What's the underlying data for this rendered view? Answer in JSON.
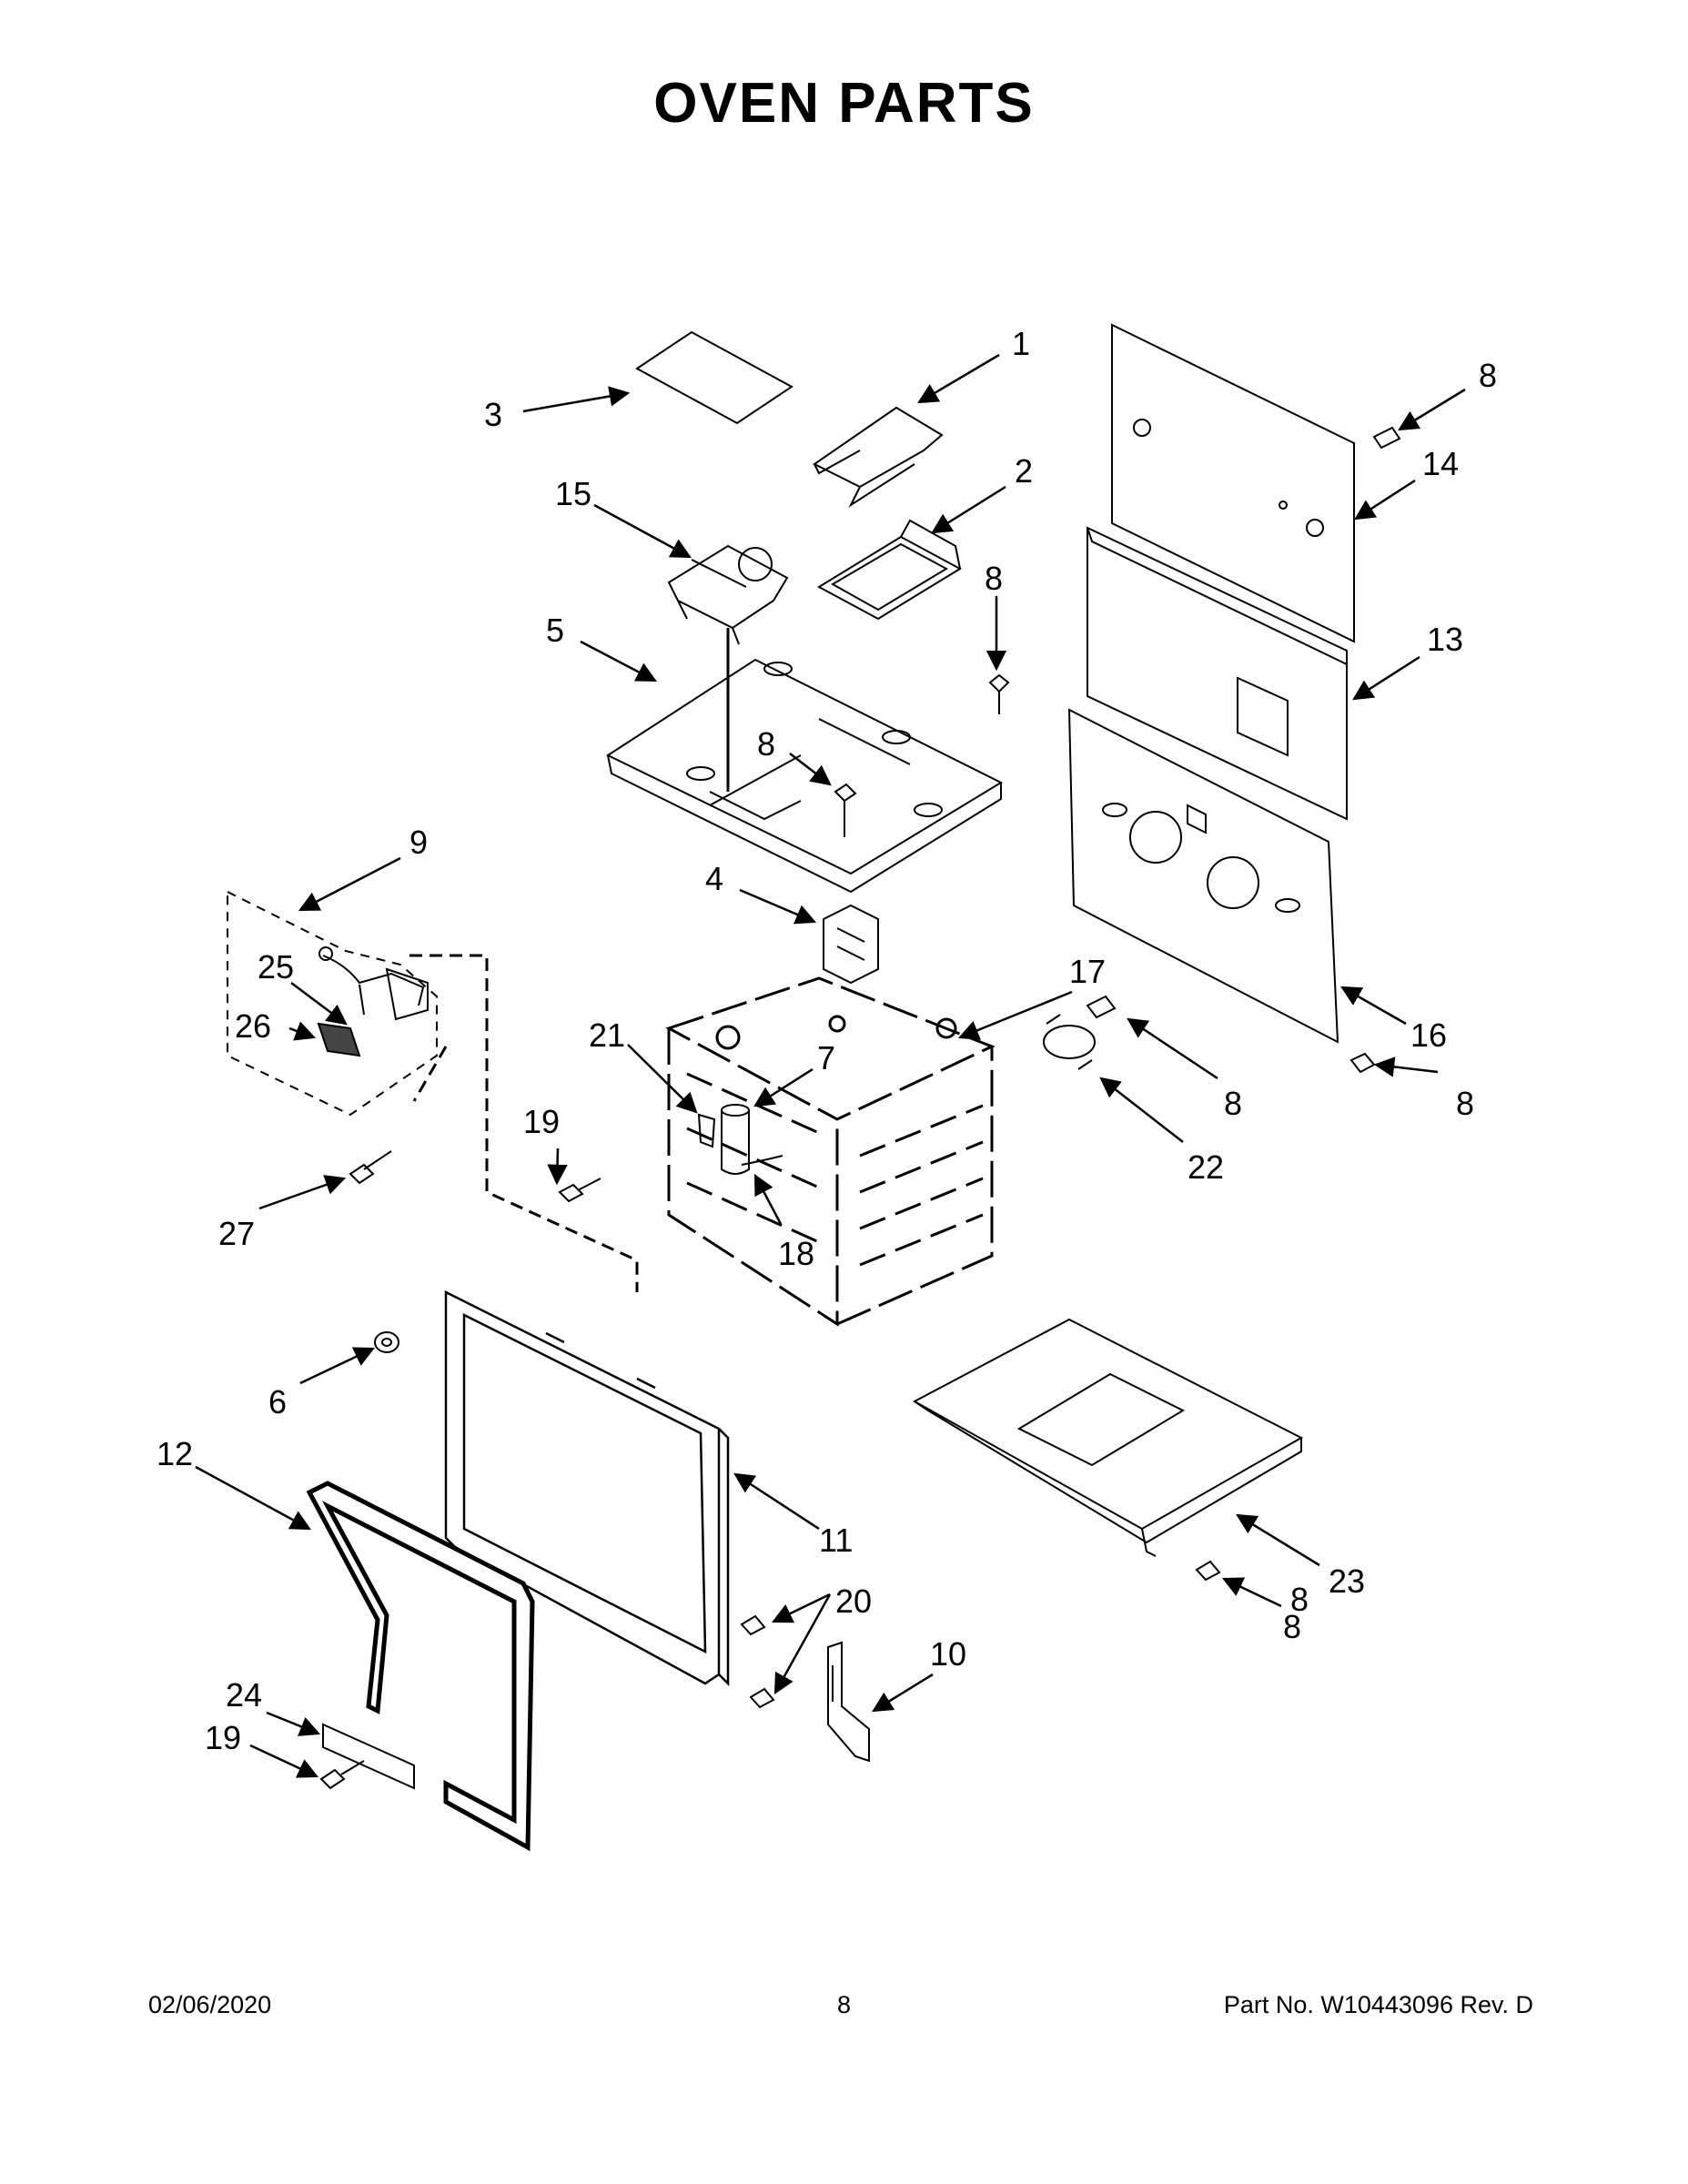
{
  "page": {
    "title": "OVEN PARTS"
  },
  "callouts": [
    {
      "id": "c1",
      "label": "1"
    },
    {
      "id": "c2",
      "label": "2"
    },
    {
      "id": "c3",
      "label": "3"
    },
    {
      "id": "c4",
      "label": "4"
    },
    {
      "id": "c5",
      "label": "5"
    },
    {
      "id": "c6",
      "label": "6"
    },
    {
      "id": "c7",
      "label": "7"
    },
    {
      "id": "c8a",
      "label": "8"
    },
    {
      "id": "c8b",
      "label": "8"
    },
    {
      "id": "c8c",
      "label": "8"
    },
    {
      "id": "c8d",
      "label": "8"
    },
    {
      "id": "c8e",
      "label": "8"
    },
    {
      "id": "c8f",
      "label": "8"
    },
    {
      "id": "c8g",
      "label": "8"
    },
    {
      "id": "c9",
      "label": "9"
    },
    {
      "id": "c10",
      "label": "10"
    },
    {
      "id": "c11",
      "label": "11"
    },
    {
      "id": "c12",
      "label": "12"
    },
    {
      "id": "c13",
      "label": "13"
    },
    {
      "id": "c14",
      "label": "14"
    },
    {
      "id": "c15",
      "label": "15"
    },
    {
      "id": "c16",
      "label": "16"
    },
    {
      "id": "c17",
      "label": "17"
    },
    {
      "id": "c18",
      "label": "18"
    },
    {
      "id": "c19a",
      "label": "19"
    },
    {
      "id": "c19b",
      "label": "19"
    },
    {
      "id": "c20",
      "label": "20"
    },
    {
      "id": "c21",
      "label": "21"
    },
    {
      "id": "c22",
      "label": "22"
    },
    {
      "id": "c23",
      "label": "23"
    },
    {
      "id": "c24",
      "label": "24"
    },
    {
      "id": "c25",
      "label": "25"
    },
    {
      "id": "c26",
      "label": "26"
    },
    {
      "id": "c27",
      "label": "27"
    }
  ],
  "footer": {
    "date": "02/06/2020",
    "page_number": "8",
    "part_number": "Part No.  W10443096  Rev.  D"
  }
}
